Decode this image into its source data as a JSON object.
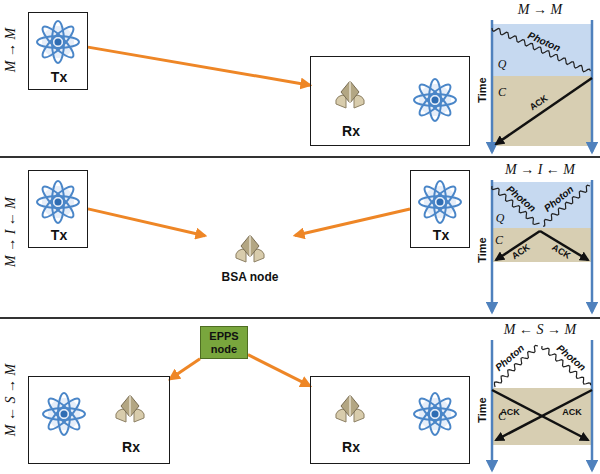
{
  "diagram": {
    "nodes": [
      {
        "text": [
          "Tx"
        ]
      },
      {
        "text": [
          "Rx"
        ]
      },
      {
        "text": [
          "Tx"
        ]
      },
      {
        "text": [
          "BSA node"
        ]
      },
      {
        "text": [
          "Tx"
        ]
      },
      {
        "text": [
          "Rx"
        ]
      },
      {
        "text": [
          "EPPS node"
        ]
      },
      {
        "text": [
          "Rx"
        ]
      }
    ],
    "edges": [
      {
        "from": 0,
        "to": 1,
        "arrow": "to"
      },
      {
        "from": 2,
        "to": 3,
        "arrow": "to"
      },
      {
        "from": 4,
        "to": 3,
        "arrow": "to"
      },
      {
        "from": 6,
        "to": 5,
        "arrow": "to"
      },
      {
        "from": 6,
        "to": 7,
        "arrow": "to"
      }
    ],
    "labels": [
      "M → M",
      "M → M",
      "Photon",
      "Q",
      "C",
      "ACK",
      "Time",
      "M → I ← M",
      "M → I ← M",
      "Photon",
      "Photon",
      "Q",
      "C",
      "ACK",
      "ACK",
      "Time",
      "M ← S → M",
      "M ← S → M",
      "Photon",
      "Photon",
      "C",
      "ACK",
      "ACK",
      "Time"
    ]
  }
}
